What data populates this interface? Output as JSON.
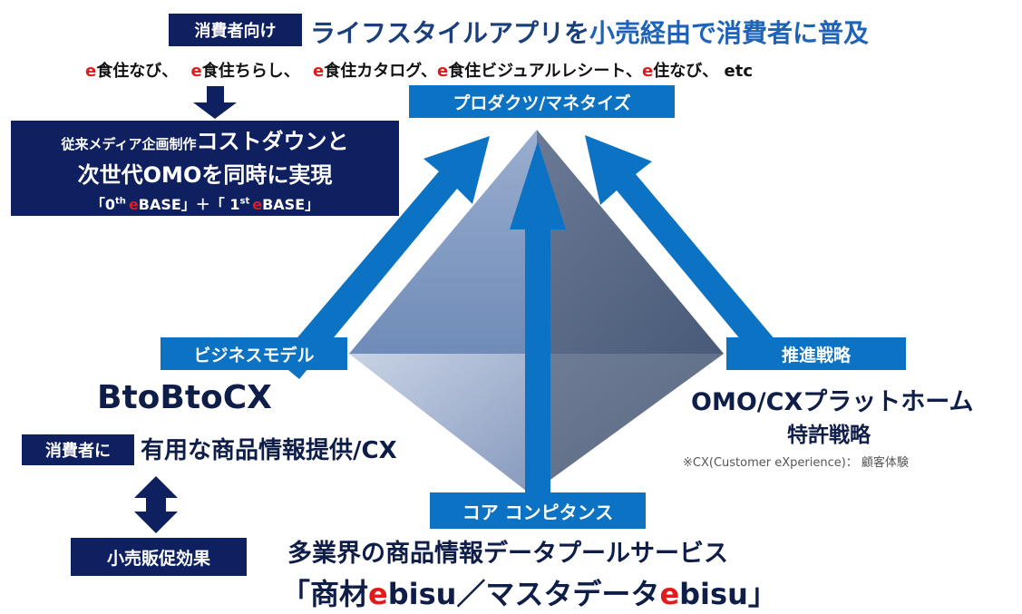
{
  "colors": {
    "navy": "#0f2060",
    "arrow_blue": "#0b72c4",
    "accent_red": "#e01b1b",
    "heading_blue": "#1f63b8"
  },
  "top": {
    "badge": "消費者向け",
    "headline_a": "ライフスタイルアプリを",
    "headline_b": "小売経由で消費者に普及",
    "products": [
      {
        "e": "e",
        "text": "食住なび、"
      },
      {
        "e": "e",
        "text": "食住ちらし、"
      },
      {
        "e": "e",
        "text": "食住カタログ、"
      },
      {
        "e": "e",
        "text": "食住ビジュアルレシート、"
      },
      {
        "e": "e",
        "text": "住なび、"
      }
    ],
    "products_tail": "etc",
    "product_box": "プロダクツ/マネタイズ"
  },
  "cost_box": {
    "line1_small": "従来メディア企画制作",
    "line1_big": "コストダウンと",
    "line2": "次世代OMOを同時に実現",
    "line3_a": "「0",
    "line3_sup1": "th",
    "line3_e1": "e",
    "line3_b": "BASE」＋「 1",
    "line3_sup2": "st",
    "line3_e2": "e",
    "line3_c": "BASE」"
  },
  "left": {
    "label": "ビジネスモデル",
    "title": "BtoBtoCX",
    "badge": "消費者に",
    "desc": "有用な商品情報提供/CX",
    "effect": "小売販促効果"
  },
  "right": {
    "label": "推進戦略",
    "title": "OMO/CXプラットホーム",
    "subtitle": "特許戦略",
    "note": "※CX(Customer eXperience)： 顧客体験"
  },
  "bottom": {
    "label": "コア コンピタンス",
    "title": "多業界の商品情報データプールサービス",
    "line_a": "「商材",
    "e1": "e",
    "line_b": "bisu／マスタデータ",
    "e2": "e",
    "line_c": "bisu」"
  }
}
